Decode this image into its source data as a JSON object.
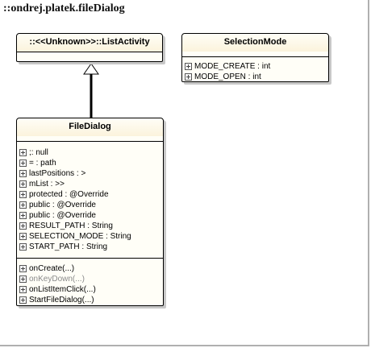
{
  "package_title": "::ondrej.platek.fileDialog",
  "classes": {
    "list_activity": {
      "name": "::<<Unknown>>::ListActivity"
    },
    "selection_mode": {
      "name": "SelectionMode",
      "attributes": [
        "MODE_CREATE : int",
        "MODE_OPEN : int"
      ]
    },
    "file_dialog": {
      "name": "FileDialog",
      "attributes": [
        ";: null",
        "= : path",
        "lastPositions : >",
        "mList : >>",
        "protected : @Override",
        "public : @Override",
        "public : @Override",
        "RESULT_PATH : String",
        "SELECTION_MODE : String",
        "START_PATH : String"
      ],
      "operations": [
        "onCreate(...)",
        "onKeyDown(...)",
        "onListItemClick(...)",
        "StartFileDialog(...)"
      ],
      "dimmed_operations": [
        1
      ]
    }
  },
  "relations": [
    {
      "type": "generalization",
      "from": "FileDialog",
      "to": "::<<Unknown>>::ListActivity"
    }
  ]
}
